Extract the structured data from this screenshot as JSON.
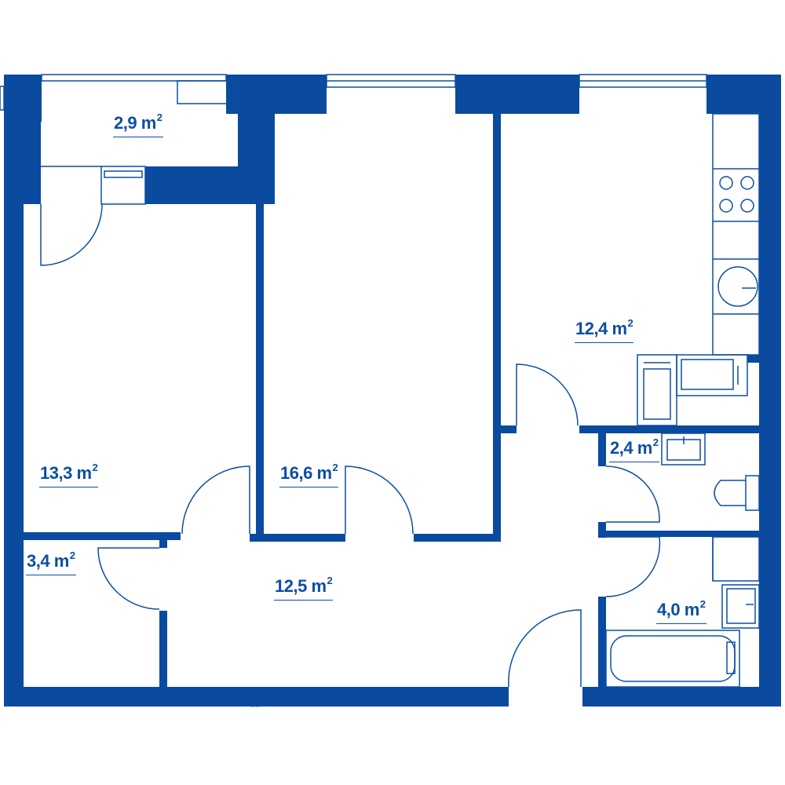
{
  "colors": {
    "wall": "#0a4a9f",
    "line": "#0c4ea2",
    "background": "#ffffff"
  },
  "unit": {
    "base": "m",
    "exp": "2"
  },
  "rooms": [
    {
      "id": "balcony",
      "area": "2,9"
    },
    {
      "id": "bedroom-left",
      "area": "13,3"
    },
    {
      "id": "bedroom-center",
      "area": "16,6"
    },
    {
      "id": "kitchen",
      "area": "12,4"
    },
    {
      "id": "wc",
      "area": "2,4"
    },
    {
      "id": "closet",
      "area": "3,4"
    },
    {
      "id": "hall",
      "area": "12,5"
    },
    {
      "id": "bathroom",
      "area": "4,0"
    }
  ]
}
